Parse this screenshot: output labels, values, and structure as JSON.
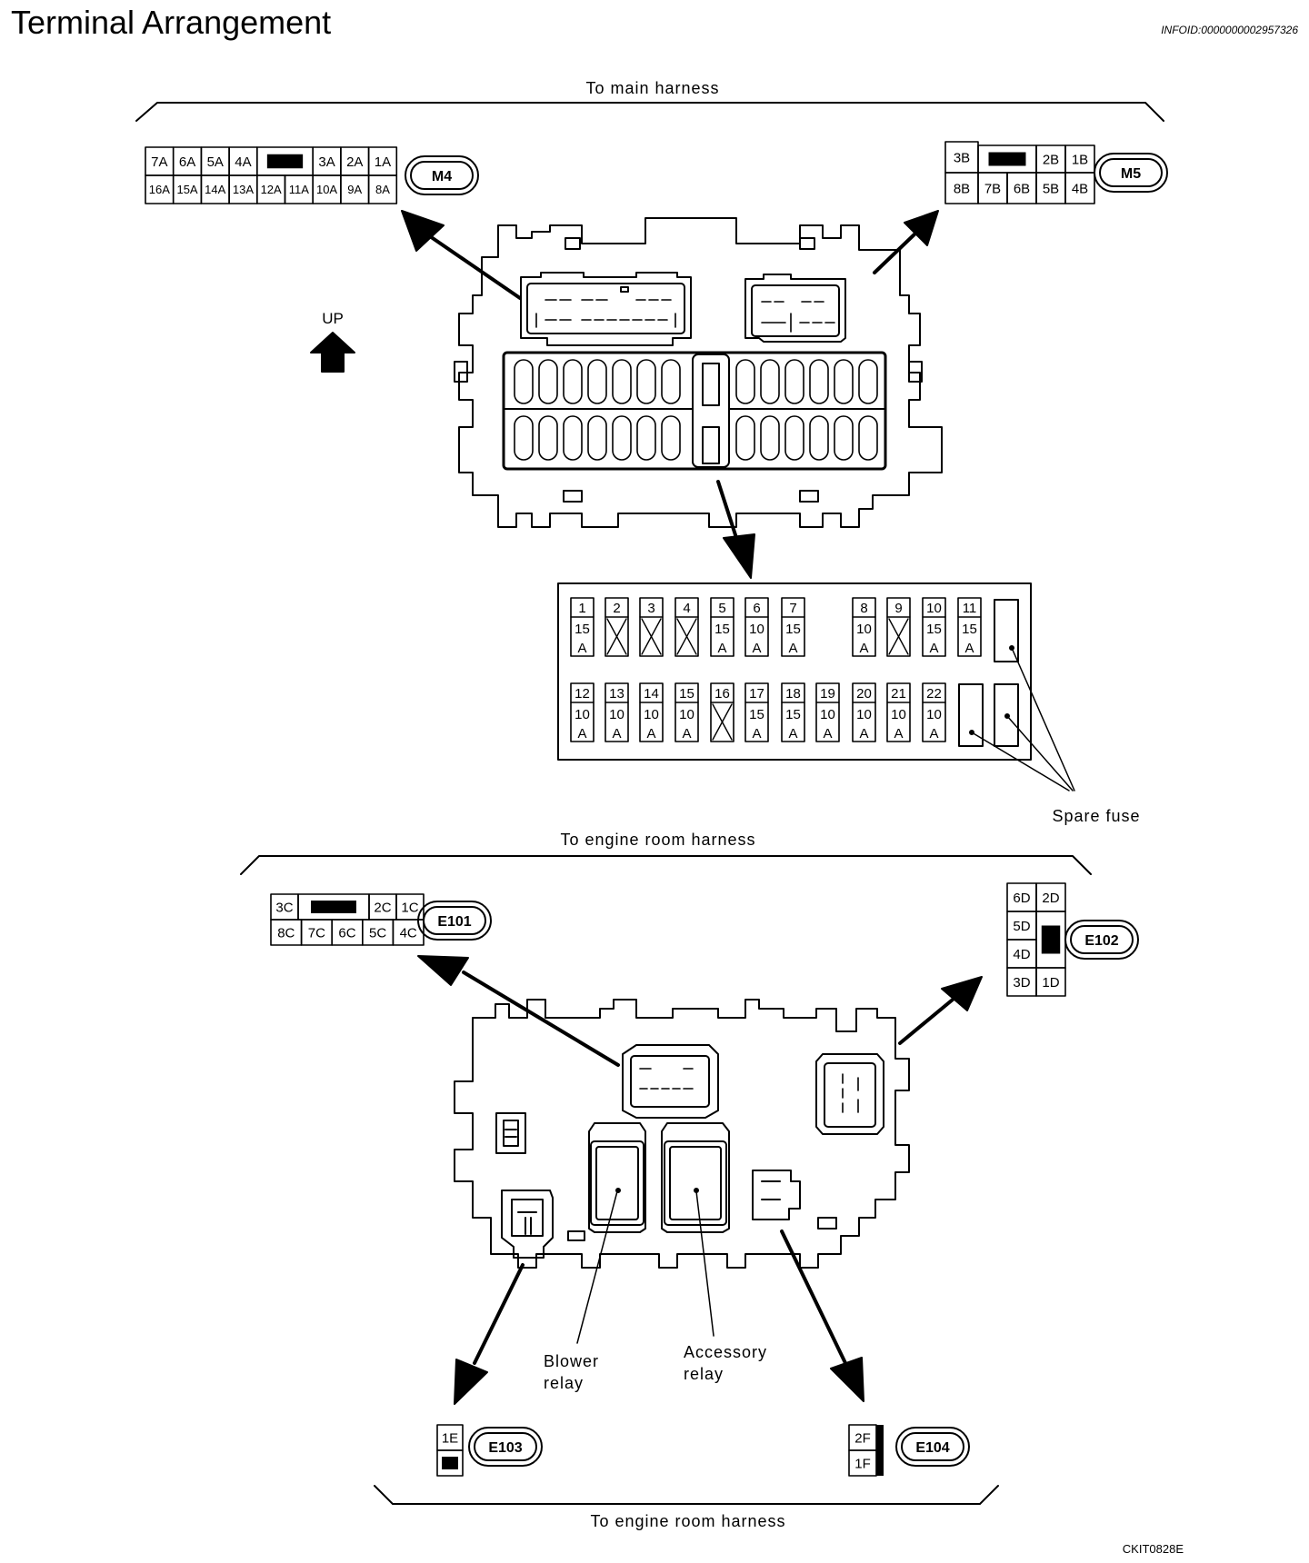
{
  "title": "Terminal Arrangement",
  "info_id": "INFOID:0000000002957326",
  "ref_code": "CKIT0828E",
  "harness_labels": {
    "main": "To main harness",
    "engine_room_upper": "To engine room harness",
    "engine_room_lower": "To engine room harness"
  },
  "up_label": "UP",
  "connectors": {
    "M4": {
      "id": "M4",
      "row1": [
        "7A",
        "6A",
        "5A",
        "4A",
        "",
        "3A",
        "2A",
        "1A"
      ],
      "row2": [
        "16A",
        "15A",
        "14A",
        "13A",
        "12A",
        "11A",
        "10A",
        "9A",
        "8A"
      ]
    },
    "M5": {
      "id": "M5",
      "row1": [
        "3B",
        "",
        "2B",
        "1B"
      ],
      "row2": [
        "8B",
        "7B",
        "6B",
        "5B",
        "4B"
      ]
    },
    "E101": {
      "id": "E101",
      "row1": [
        "3C",
        "",
        "2C",
        "1C"
      ],
      "row2": [
        "8C",
        "7C",
        "6C",
        "5C",
        "4C"
      ]
    },
    "E102": {
      "id": "E102",
      "left": [
        "6D",
        "5D",
        "4D",
        "3D"
      ],
      "right": [
        "2D",
        "",
        "1D"
      ]
    },
    "E103": {
      "id": "E103",
      "pins": [
        "1E",
        ""
      ]
    },
    "E104": {
      "id": "E104",
      "pins": [
        "2F",
        "1F"
      ]
    }
  },
  "fuses_row1": [
    {
      "no": "1",
      "amp": "15",
      "unit": "A"
    },
    {
      "no": "2",
      "amp": "",
      "unit": ""
    },
    {
      "no": "3",
      "amp": "",
      "unit": ""
    },
    {
      "no": "4",
      "amp": "",
      "unit": ""
    },
    {
      "no": "5",
      "amp": "15",
      "unit": "A"
    },
    {
      "no": "6",
      "amp": "10",
      "unit": "A"
    },
    {
      "no": "7",
      "amp": "15",
      "unit": "A"
    },
    {
      "no": "8",
      "amp": "10",
      "unit": "A"
    },
    {
      "no": "9",
      "amp": "",
      "unit": ""
    },
    {
      "no": "10",
      "amp": "15",
      "unit": "A"
    },
    {
      "no": "11",
      "amp": "15",
      "unit": "A"
    }
  ],
  "fuses_row2": [
    {
      "no": "12",
      "amp": "10",
      "unit": "A"
    },
    {
      "no": "13",
      "amp": "10",
      "unit": "A"
    },
    {
      "no": "14",
      "amp": "10",
      "unit": "A"
    },
    {
      "no": "15",
      "amp": "10",
      "unit": "A"
    },
    {
      "no": "16",
      "amp": "",
      "unit": ""
    },
    {
      "no": "17",
      "amp": "15",
      "unit": "A"
    },
    {
      "no": "18",
      "amp": "15",
      "unit": "A"
    },
    {
      "no": "19",
      "amp": "10",
      "unit": "A"
    },
    {
      "no": "20",
      "amp": "10",
      "unit": "A"
    },
    {
      "no": "21",
      "amp": "10",
      "unit": "A"
    },
    {
      "no": "22",
      "amp": "10",
      "unit": "A"
    }
  ],
  "spare_fuse_label": "Spare fuse",
  "relays": {
    "blower": [
      "Blower",
      "relay"
    ],
    "accessory": [
      "Accessory",
      "relay"
    ]
  }
}
